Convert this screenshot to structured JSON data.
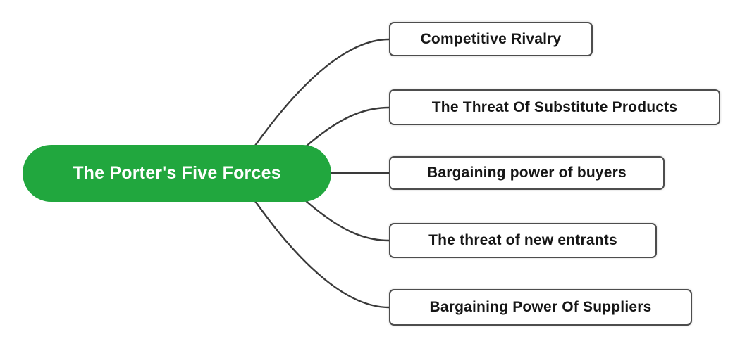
{
  "diagram": {
    "type": "mindmap",
    "root": {
      "label": "The Porter's Five Forces",
      "shape": "rounded-pill",
      "fill_color": "#21A73E",
      "text_color": "#ffffff"
    },
    "branches": [
      {
        "label": "Competitive Rivalry"
      },
      {
        "label": "The Threat Of Substitute Products"
      },
      {
        "label": "Bargaining power of buyers"
      },
      {
        "label": "The threat of new entrants"
      },
      {
        "label": "Bargaining Power Of Suppliers"
      }
    ],
    "colors": {
      "connector": "#3a3a3a",
      "branch_border": "#4d4d4d",
      "branch_fill": "#ffffff",
      "branch_text": "#161616",
      "background": "#ffffff"
    }
  }
}
